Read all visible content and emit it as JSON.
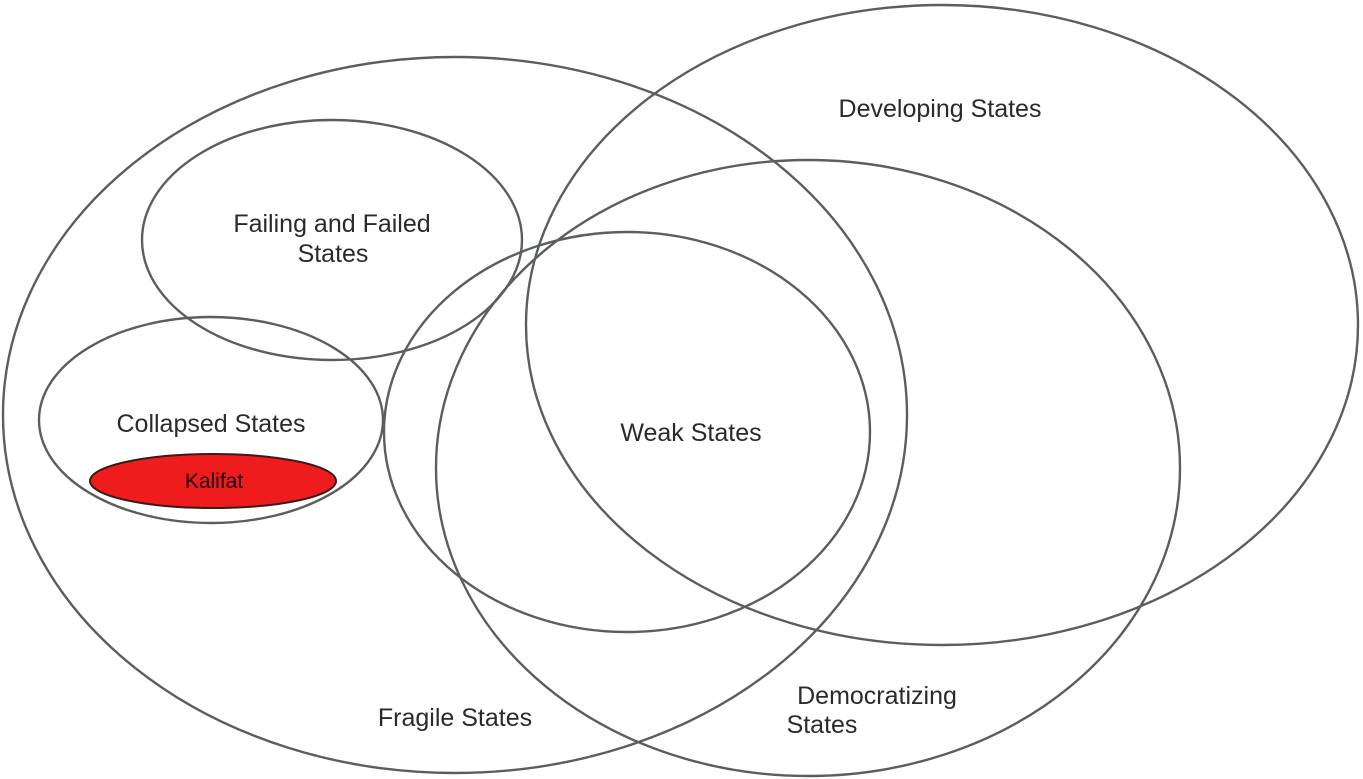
{
  "sets": {
    "fragile": {
      "label": "Fragile States"
    },
    "developing": {
      "label": "Developing States"
    },
    "democratizing": {
      "label_line1": "Democratizing",
      "label_line2": "States"
    },
    "failing": {
      "label_line1": "Failing and Failed",
      "label_line2": "States"
    },
    "collapsed": {
      "label": "Collapsed States"
    },
    "weak": {
      "label": "Weak States"
    }
  },
  "highlight": {
    "label": "Kalifat",
    "color": "#ee1c1c"
  },
  "outline_color": "#5b5f5b"
}
